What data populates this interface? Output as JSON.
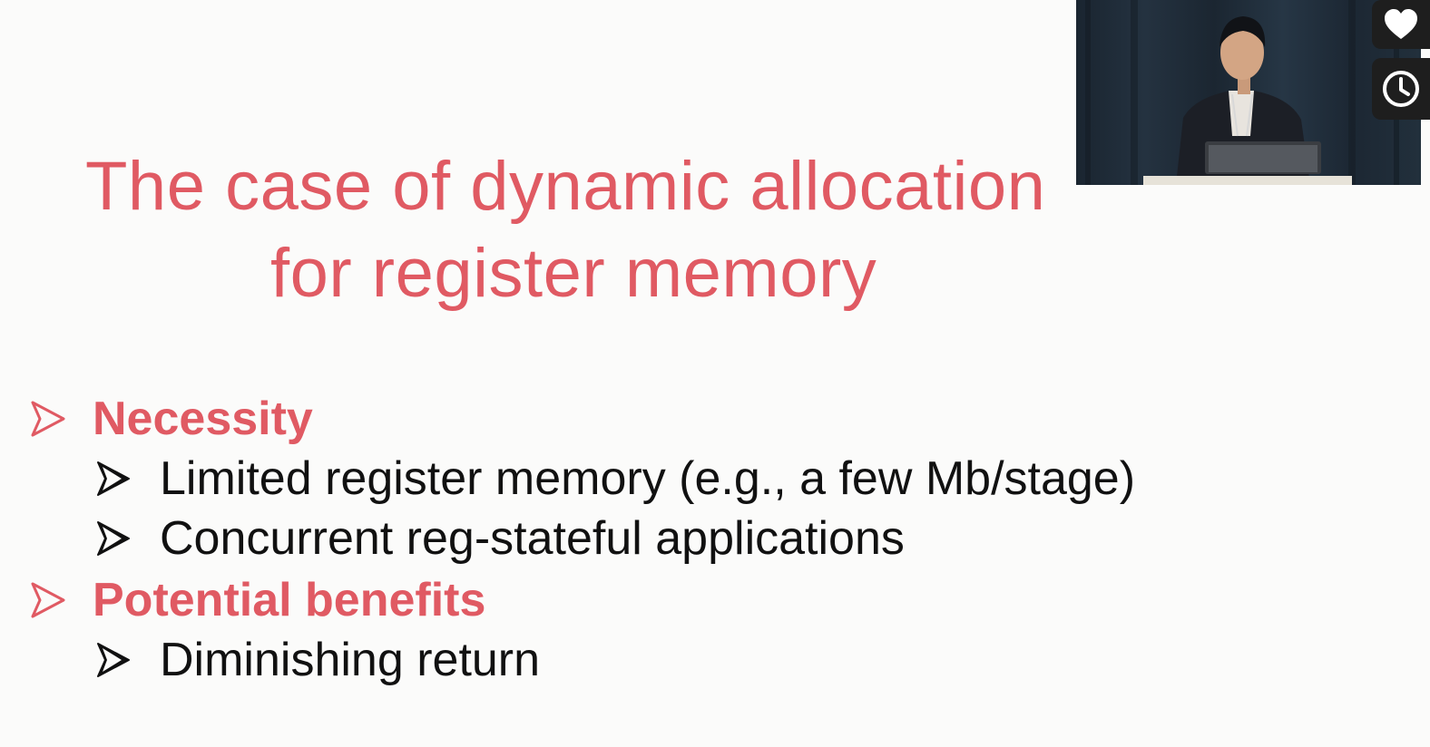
{
  "slide": {
    "title_line1": "The case of dynamic allocation",
    "title_line2": "for register memory",
    "bullets": [
      {
        "level": 1,
        "text": "Necessity"
      },
      {
        "level": 2,
        "text": "Limited register memory (e.g., a few Mb/stage)"
      },
      {
        "level": 2,
        "text": "Concurrent reg-stateful applications"
      },
      {
        "level": 1,
        "text": "Potential benefits"
      },
      {
        "level": 2,
        "text": "Diminishing return"
      }
    ]
  },
  "colors": {
    "accent": "#e05a63",
    "body_text": "#111111",
    "background": "#fbfbfa"
  },
  "overlay": {
    "video_icon": "speaker-video-thumbnail",
    "like_icon": "heart-icon",
    "later_icon": "clock-icon"
  }
}
